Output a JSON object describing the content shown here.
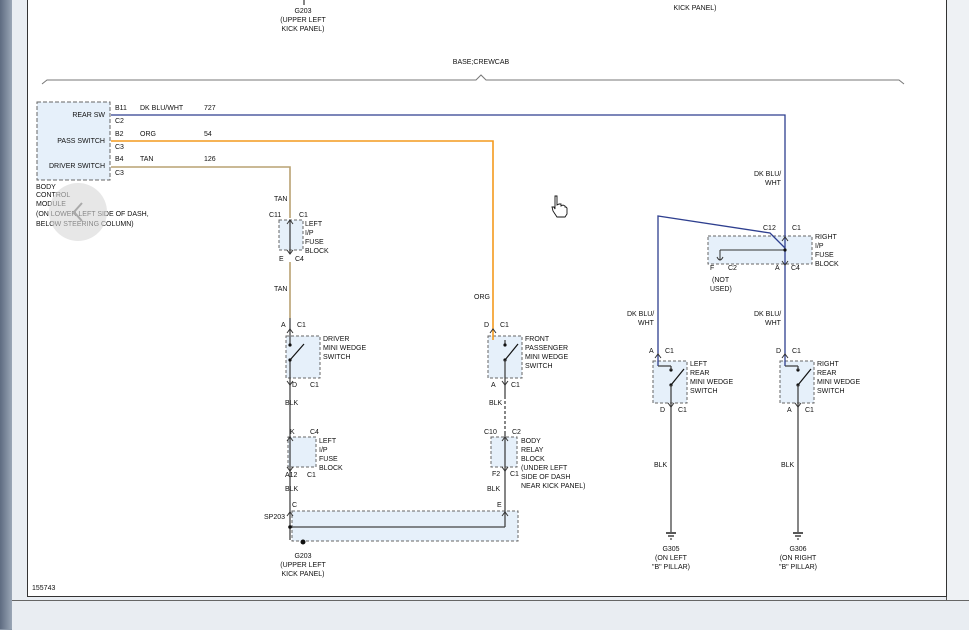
{
  "header": {
    "top_ground_id": "G203",
    "top_ground_loc_1": "(UPPER LEFT",
    "top_ground_loc_2": "KICK PANEL)",
    "top_right_loc": "KICK PANEL)",
    "section_title": "BASE;CREWCAB"
  },
  "bcm": {
    "rows": [
      {
        "label": "REAR SW",
        "pin": "B11",
        "pin2": "C2",
        "color": "DK BLU/WHT",
        "circuit": "727"
      },
      {
        "label": "PASS SWITCH",
        "pin": "B2",
        "pin2": "C3",
        "color": "ORG",
        "circuit": "54"
      },
      {
        "label": "DRIVER SWITCH",
        "pin": "B4",
        "pin2": "C3",
        "color": "TAN",
        "circuit": "126"
      }
    ],
    "name_lines": [
      "BODY",
      "CONTROL",
      "MODULE",
      "(ON LOWER LEFT SIDE OF DASH,",
      "BELOW STEERING COLUMN)"
    ]
  },
  "left_fuse": {
    "pin_top": "C11",
    "conn_top": "C1",
    "pin_bot": "E",
    "conn_bot": "C4",
    "name_lines": [
      "LEFT",
      "I/P",
      "FUSE",
      "BLOCK"
    ]
  },
  "wire_labels": {
    "tan_1": "TAN",
    "tan_2": "TAN",
    "org": "ORG",
    "blk_1": "BLK",
    "blk_2": "BLK",
    "blk_3": "BLK",
    "blk_4": "BLK",
    "blk_5": "BLK",
    "blk_6": "BLK",
    "blu_top_1": "DK BLU/",
    "blu_top_2": "WHT",
    "blu_left_1": "DK BLU/",
    "blu_left_2": "WHT",
    "blu_right_1": "DK BLU/",
    "blu_right_2": "WHT"
  },
  "driver_switch": {
    "pin_top": "A",
    "conn_top": "C1",
    "pin_bot": "D",
    "conn_bot": "C1",
    "name_lines": [
      "DRIVER",
      "MINI WEDGE",
      "SWITCH"
    ]
  },
  "pass_switch": {
    "pin_top": "D",
    "conn_top": "C1",
    "pin_bot": "A",
    "conn_bot": "C1",
    "name_lines": [
      "FRONT",
      "PASSENGER",
      "MINI WEDGE",
      "SWITCH"
    ]
  },
  "left_fuse_lower": {
    "pin_top": "K",
    "conn_top": "C4",
    "pin_bot": "A12",
    "conn_bot": "C1",
    "name_lines": [
      "LEFT",
      "I/P",
      "FUSE",
      "BLOCK"
    ]
  },
  "relay_block": {
    "pin_top": "C10",
    "conn_top": "C2",
    "pin_bot": "F2",
    "conn_bot": "C1",
    "name_lines": [
      "BODY",
      "RELAY",
      "BLOCK",
      "(UNDER LEFT",
      "SIDE OF DASH",
      "NEAR KICK PANEL)"
    ]
  },
  "splice": {
    "name": "SP203",
    "pin_left": "C",
    "pin_right": "E"
  },
  "ground_g203": {
    "id": "G203",
    "loc_1": "(UPPER LEFT",
    "loc_2": "KICK PANEL)"
  },
  "right_fuse": {
    "pin_top": "C12",
    "conn_top": "C1",
    "pin_f": "F",
    "conn_f": "C2",
    "pin_a": "A",
    "conn_a": "C4",
    "not_used_1": "(NOT",
    "not_used_2": "USED)",
    "name_lines": [
      "RIGHT",
      "I/P",
      "FUSE",
      "BLOCK"
    ]
  },
  "left_rear_switch": {
    "pin_top": "A",
    "conn_top": "C1",
    "pin_bot": "D",
    "conn_bot": "C1",
    "name_lines": [
      "LEFT",
      "REAR",
      "MINI WEDGE",
      "SWITCH"
    ]
  },
  "right_rear_switch": {
    "pin_top": "D",
    "conn_top": "C1",
    "pin_bot": "A",
    "conn_bot": "C1",
    "name_lines": [
      "RIGHT",
      "REAR",
      "MINI WEDGE",
      "SWITCH"
    ]
  },
  "ground_g305": {
    "id": "G305",
    "loc_1": "(ON LEFT",
    "loc_2": "\"B\" PILLAR)"
  },
  "ground_g306": {
    "id": "G306",
    "loc_1": "(ON RIGHT",
    "loc_2": "\"B\" PILLAR)"
  },
  "figure_number": "155743",
  "colors": {
    "tan": "#b9a272",
    "orange": "#f39a1e",
    "blue": "#2e3f8f",
    "black": "#444444"
  }
}
